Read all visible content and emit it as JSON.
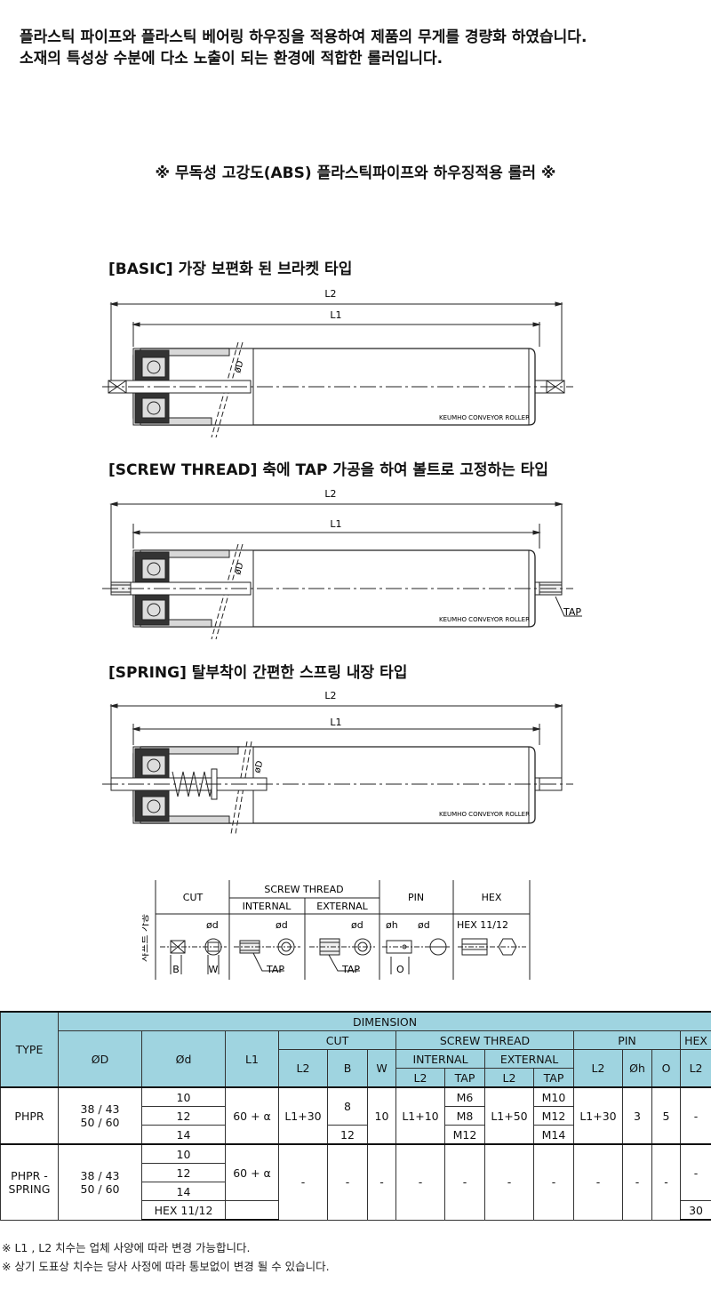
{
  "intro": {
    "line1": "플라스틱 파이프와 플라스틱 베어링 하우징을 적용하여 제품의 무게를 경량화 하였습니다.",
    "line2": "소재의 특성상 수분에 다소 노출이 되는 환경에 적합한 롤러입니다."
  },
  "headline": "※ 무독성 고강도(ABS) 플라스틱파이프와 하우징적용 롤러 ※",
  "sections": [
    {
      "title": "[BASIC]  가장 보편화 된 브라켓 타입"
    },
    {
      "title": "[SCREW THREAD]  축에 TAP 가공을 하여 볼트로 고정하는 타입"
    },
    {
      "title": "[SPRING]  탈부착이 간편한 스프링 내장 타입"
    }
  ],
  "drawing": {
    "l2": "L2",
    "l1": "L1",
    "diameter": "øD",
    "brand": "KEUMHO CONVEYOR ROLLER",
    "tap": "TAP"
  },
  "shaft": {
    "side_label": "샤프트 가공",
    "cut": "CUT",
    "screw": "SCREW THREAD",
    "internal": "INTERNAL",
    "external": "EXTERNAL",
    "pin": "PIN",
    "hex": "HEX",
    "phi_d": "ød",
    "phi_h": "øh",
    "hex_size": "HEX 11/12",
    "b": "B",
    "w": "W",
    "tap": "TAP",
    "o": "O"
  },
  "table": {
    "type": "TYPE",
    "dimension": "DIMENSION",
    "od": "ØD",
    "d": "Ød",
    "l1": "L1",
    "cut": "CUT",
    "screw": "SCREW THREAD",
    "pin": "PIN",
    "hex": "HEX",
    "l2": "L2",
    "b": "B",
    "w": "W",
    "internal": "INTERNAL",
    "external": "EXTERNAL",
    "tap": "TAP",
    "oh": "Øh",
    "o": "O",
    "phpr": {
      "type": "PHPR",
      "od1": "38 / 43",
      "od2": "50 / 60",
      "d": [
        "10",
        "12",
        "14"
      ],
      "l1": "60 + α",
      "cut_l2": "L1+30",
      "b_8": "8",
      "b_12": "12",
      "w": "10",
      "int_l2": "L1+10",
      "int_tap": [
        "M6",
        "M8",
        "M12"
      ],
      "ext_l2": "L1+50",
      "ext_tap": [
        "M10",
        "M12",
        "M14"
      ],
      "pin_l2": "L1+30",
      "oh": "3",
      "o": "5",
      "hex_l2": "-"
    },
    "spring": {
      "type1": "PHPR -",
      "type2": "SPRING",
      "od1": "38 / 43",
      "od2": "50 / 60",
      "d": [
        "10",
        "12",
        "14",
        "HEX 11/12"
      ],
      "l1": "60 + α",
      "dash": "-",
      "hex_l2": "30"
    }
  },
  "notes": [
    "※ L1 , L2 치수는 업체 사양에 따라 변경 가능합니다.",
    "※ 상기 도표상 치수는 당사 사정에 따라 통보없이 변경 될 수 있습니다."
  ]
}
